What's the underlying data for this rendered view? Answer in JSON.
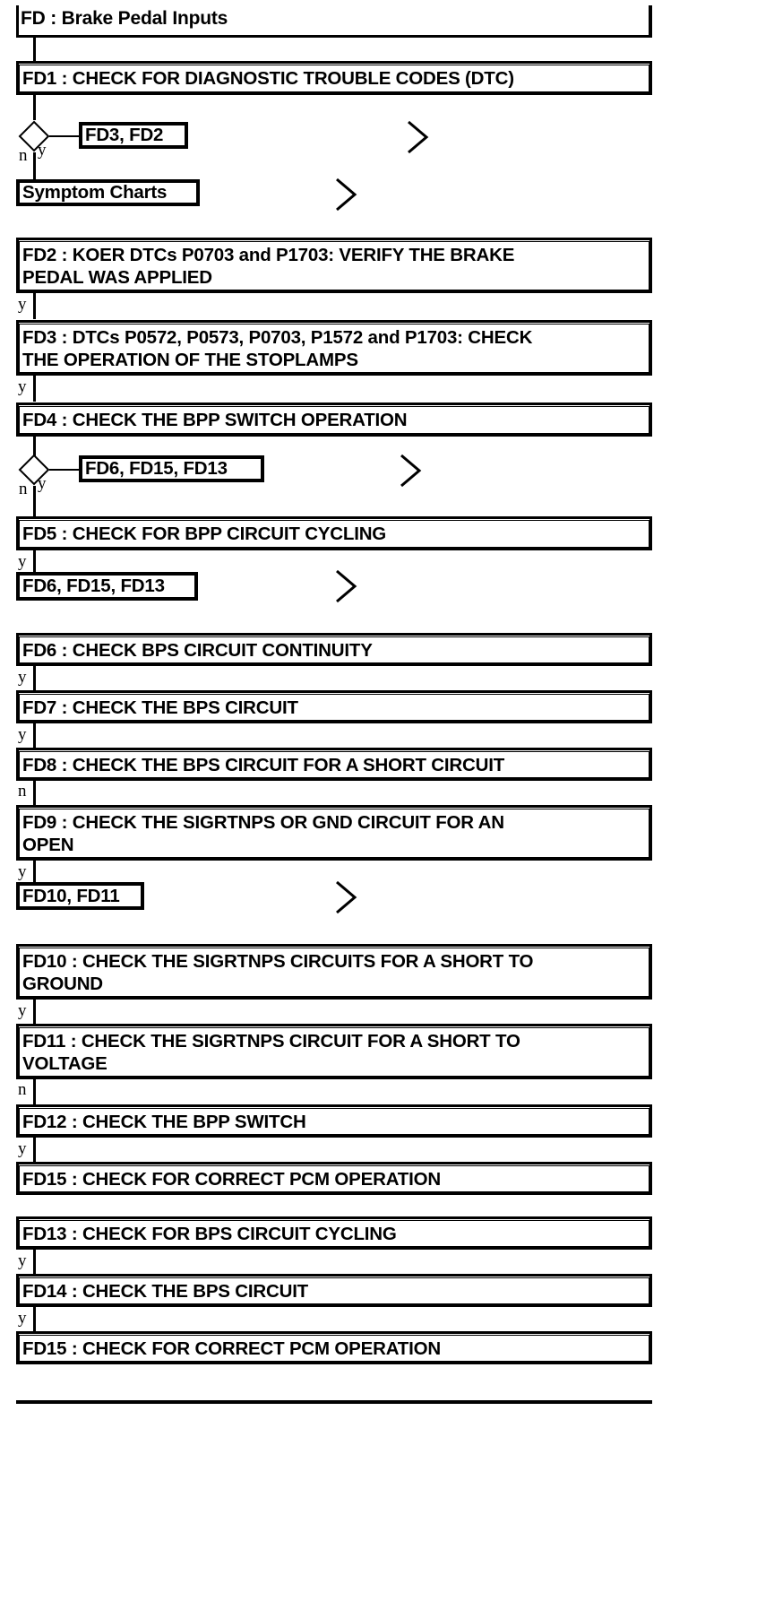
{
  "diagram": {
    "type": "flowchart",
    "title": "FD : Brake Pedal Inputs",
    "branch_yes": "y",
    "branch_no": "n",
    "steps": [
      {
        "id": "FD1",
        "label": "FD1 : CHECK FOR DIAGNOSTIC TROUBLE CODES (DTC)"
      },
      {
        "id": "FD2",
        "label": "FD2 : KOER DTCs P0703 and P1703: VERIFY THE BRAKE\nPEDAL WAS APPLIED"
      },
      {
        "id": "FD3",
        "label": "FD3 : DTCs P0572, P0573, P0703, P1572 and P1703: CHECK\nTHE OPERATION OF THE STOPLAMPS"
      },
      {
        "id": "FD4",
        "label": "FD4 : CHECK THE BPP SWITCH OPERATION"
      },
      {
        "id": "FD5",
        "label": "FD5 : CHECK FOR BPP CIRCUIT CYCLING"
      },
      {
        "id": "FD6",
        "label": "FD6 : CHECK BPS CIRCUIT CONTINUITY"
      },
      {
        "id": "FD7",
        "label": "FD7 : CHECK THE BPS CIRCUIT"
      },
      {
        "id": "FD8",
        "label": "FD8 : CHECK THE BPS CIRCUIT FOR A SHORT CIRCUIT"
      },
      {
        "id": "FD9",
        "label": "FD9 : CHECK THE SIGRTNPS OR GND CIRCUIT FOR AN\nOPEN"
      },
      {
        "id": "FD10",
        "label": "FD10 : CHECK THE SIGRTNPS CIRCUITS FOR A SHORT TO\nGROUND"
      },
      {
        "id": "FD11",
        "label": "FD11 : CHECK THE SIGRTNPS CIRCUIT FOR A SHORT TO\nVOLTAGE"
      },
      {
        "id": "FD12",
        "label": "FD12 : CHECK THE BPP SWITCH"
      },
      {
        "id": "FD15a",
        "label": "FD15 : CHECK FOR CORRECT PCM OPERATION"
      },
      {
        "id": "FD13",
        "label": "FD13 : CHECK FOR BPS CIRCUIT CYCLING"
      },
      {
        "id": "FD14",
        "label": "FD14 : CHECK THE BPS CIRCUIT"
      },
      {
        "id": "FD15b",
        "label": "FD15 : CHECK FOR CORRECT PCM OPERATION"
      }
    ],
    "references": [
      {
        "id": "ref1",
        "label": "FD3, FD2"
      },
      {
        "id": "ref2",
        "label": "Symptom Charts"
      },
      {
        "id": "ref3",
        "label": "FD6, FD15, FD13"
      },
      {
        "id": "ref4",
        "label": "FD6, FD15, FD13"
      },
      {
        "id": "ref5",
        "label": "FD10, FD11"
      }
    ],
    "branch_labels": [
      {
        "id": "d1-n",
        "text": "n"
      },
      {
        "id": "d1-y",
        "text": "y"
      },
      {
        "id": "fd2-y",
        "text": "y"
      },
      {
        "id": "fd3-y",
        "text": "y"
      },
      {
        "id": "d2-n",
        "text": "n"
      },
      {
        "id": "d2-y",
        "text": "y"
      },
      {
        "id": "fd5-y",
        "text": "y"
      },
      {
        "id": "fd6-y",
        "text": "y"
      },
      {
        "id": "fd7-y",
        "text": "y"
      },
      {
        "id": "fd8-n",
        "text": "n"
      },
      {
        "id": "fd9-y",
        "text": "y"
      },
      {
        "id": "fd10-y",
        "text": "y"
      },
      {
        "id": "fd11-n",
        "text": "n"
      },
      {
        "id": "fd12-y",
        "text": "y"
      },
      {
        "id": "fd13-y",
        "text": "y"
      },
      {
        "id": "fd14-y",
        "text": "y"
      }
    ],
    "icons": {
      "chevron": "chevron-right-icon",
      "decision": "decision-diamond-icon"
    },
    "colors": {
      "stroke": "#000000",
      "background": "#ffffff"
    }
  }
}
